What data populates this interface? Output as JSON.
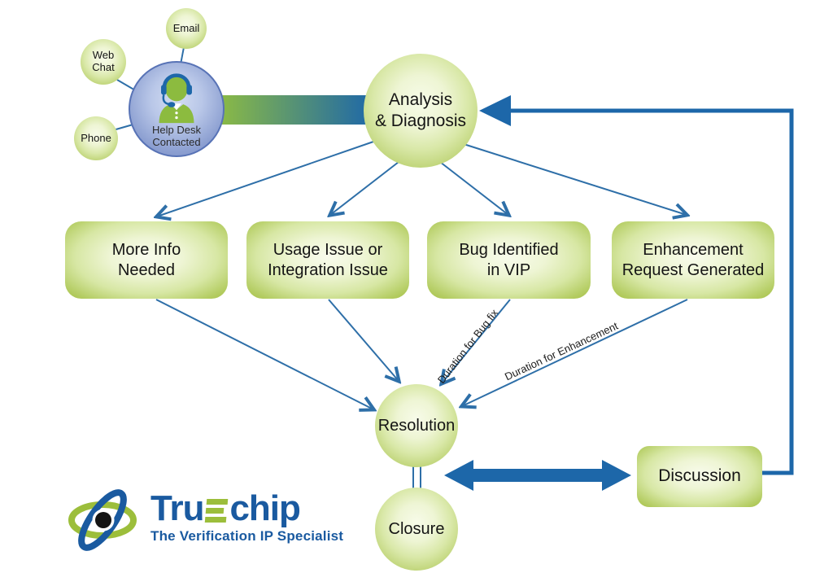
{
  "diagram": {
    "contact_channels": [
      {
        "label": "Email"
      },
      {
        "label": "Web\nChat"
      },
      {
        "label": "Phone"
      }
    ],
    "help_desk": {
      "label": "Help Desk\nContacted"
    },
    "analysis": {
      "label": "Analysis\n& Diagnosis"
    },
    "categories": [
      {
        "label": "More Info\nNeeded"
      },
      {
        "label": "Usage Issue or\nIntegration Issue"
      },
      {
        "label": "Bug Identified\nin VIP"
      },
      {
        "label": "Enhancement\nRequest Generated"
      }
    ],
    "resolution": {
      "label": "Resolution"
    },
    "closure": {
      "label": "Closure"
    },
    "discussion": {
      "label": "Discussion"
    },
    "edge_labels": {
      "bug_fix": "Duration for Bug fix",
      "enhancement": "Duration for Enhancement"
    }
  },
  "logo": {
    "brand_pre": "Tru",
    "brand_post": "chip",
    "tagline": "The Verification IP Specialist"
  },
  "colors": {
    "node_green_edge": "#A9C24C",
    "node_green_center": "#F7FBE9",
    "helpdesk_blue": "#7388C1",
    "connector_blue": "#2E6FA8",
    "thick_arrow_blue": "#1D67A9",
    "bar_green": "#8CBB44",
    "bar_blue": "#1D67A9",
    "logo_blue": "#1A5AA0",
    "logo_green": "#9CBE3B",
    "text": "#141414"
  }
}
